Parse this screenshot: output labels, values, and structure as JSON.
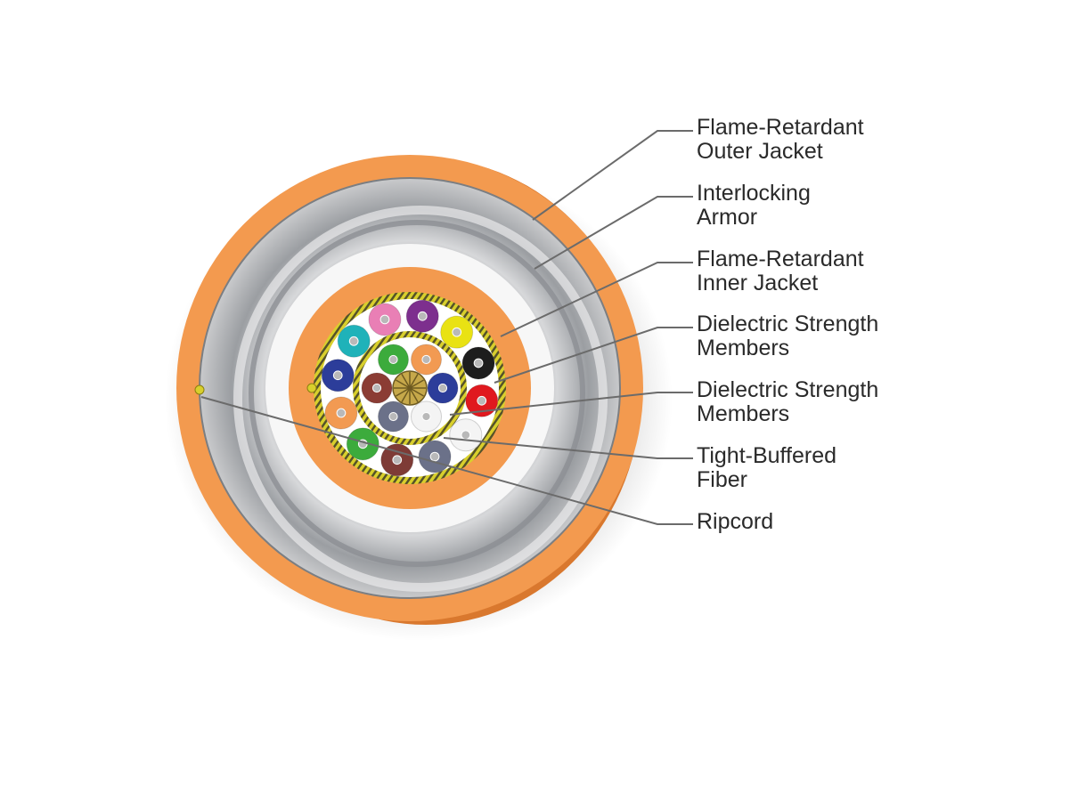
{
  "labels": [
    {
      "line1": "Flame-Retardant",
      "line2": "Outer Jacket"
    },
    {
      "line1": "Interlocking",
      "line2": "Armor"
    },
    {
      "line1": "Flame-Retardant",
      "line2": "Inner Jacket"
    },
    {
      "line1": "Dielectric Strength",
      "line2": "Members"
    },
    {
      "line1": "Dielectric Strength",
      "line2": "Members"
    },
    {
      "line1": "Tight-Buffered",
      "line2": "Fiber"
    },
    {
      "line1": "Ripcord",
      "line2": ""
    }
  ],
  "colors": {
    "jacket": "#f39a4f",
    "jacket_edge": "#d9782e",
    "armor": "#a9acb0",
    "yarn_yellow": "#d8cf2c",
    "yarn_dark": "#55522a",
    "leader": "#6b6b6b",
    "fiber_center": "#b9b9b9"
  },
  "fibers": {
    "outer": [
      "#e97fb5",
      "#7d2f8e",
      "#e9e213",
      "#1d1d1d",
      "#e0191f",
      "#f4f4f4",
      "#6b7189",
      "#7e3b36",
      "#3cab3c",
      "#f29a52",
      "#2c3d9a",
      "#1fb2b9"
    ],
    "inner": [
      "#3cab3c",
      "#f29a52",
      "#2c3d9a",
      "#f4f4f4",
      "#6b7189",
      "#8b3c34"
    ]
  }
}
